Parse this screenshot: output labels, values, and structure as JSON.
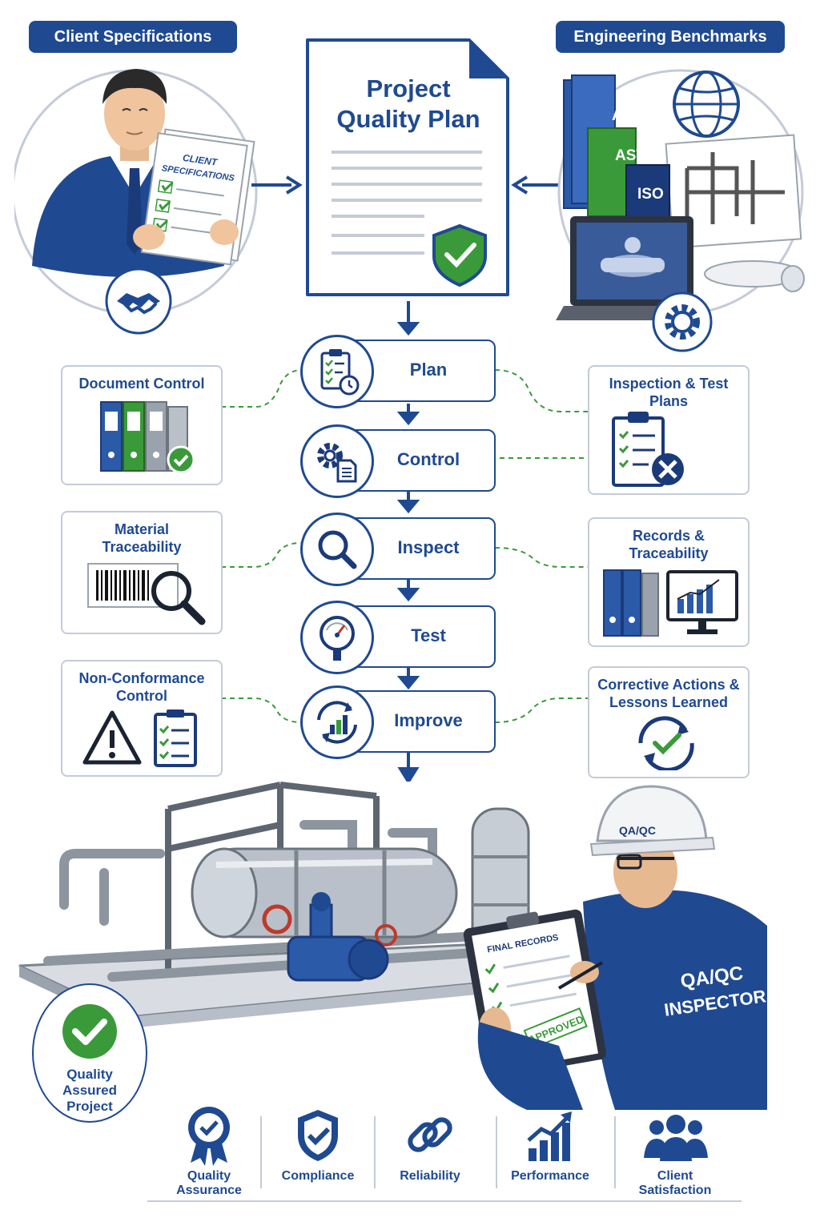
{
  "header": {
    "client_specs": "Client Specifications",
    "engineering_benchmarks": "Engineering Benchmarks"
  },
  "client_doc": {
    "line1": "CLIENT",
    "line2": "SPECIFICATIONS"
  },
  "quality_plan": {
    "line1": "Project",
    "line2": "Quality Plan"
  },
  "standards": {
    "book1": "ASME",
    "book2": "ASTM",
    "book3": "ISO"
  },
  "steps": [
    {
      "label": "Plan",
      "icon": "clipboard-clock-icon"
    },
    {
      "label": "Control",
      "icon": "gear-document-icon"
    },
    {
      "label": "Inspect",
      "icon": "magnifier-icon"
    },
    {
      "label": "Test",
      "icon": "pressure-gauge-icon"
    },
    {
      "label": "Improve",
      "icon": "cycle-chart-icon"
    }
  ],
  "left_panels": [
    {
      "line1": "Document Control",
      "line2": ""
    },
    {
      "line1": "Material",
      "line2": "Traceability"
    },
    {
      "line1": "Non-Conformance",
      "line2": "Control"
    }
  ],
  "right_panels": [
    {
      "line1": "Inspection & Test",
      "line2": "Plans"
    },
    {
      "line1": "Records &",
      "line2": "Traceability"
    },
    {
      "line1": "Corrective Actions &",
      "line2": "Lessons Learned"
    }
  ],
  "inspector": {
    "helmet": "QA/QC",
    "jacket1": "QA/QC",
    "jacket2": "INSPECTOR",
    "clipboard_title": "FINAL RECORDS",
    "stamp": "APPROVED"
  },
  "badge": {
    "line1": "Quality",
    "line2": "Assured",
    "line3": "Project"
  },
  "benefits": [
    {
      "line1": "Quality",
      "line2": "Assurance",
      "icon": "award-ribbon-icon"
    },
    {
      "line1": "Compliance",
      "line2": "",
      "icon": "shield-check-icon"
    },
    {
      "line1": "Reliability",
      "line2": "",
      "icon": "chain-link-icon"
    },
    {
      "line1": "Performance",
      "line2": "",
      "icon": "growth-chart-icon"
    },
    {
      "line1": "Client",
      "line2": "Satisfaction",
      "icon": "people-group-icon"
    }
  ],
  "colors": {
    "navy": "#1f4a91",
    "green": "#3a9a3a",
    "grey": "#9aa3ad"
  }
}
